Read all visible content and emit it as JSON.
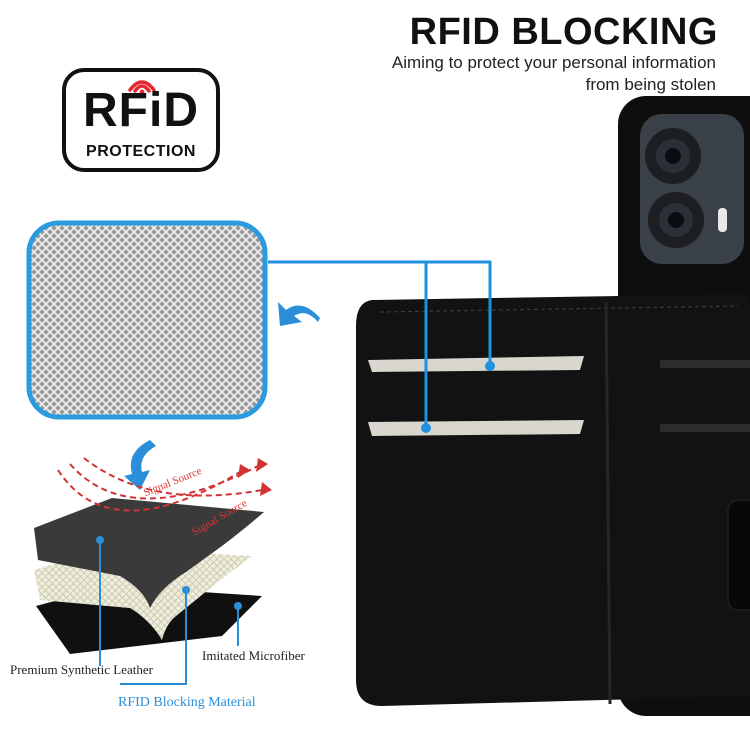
{
  "header": {
    "title": "RFID BLOCKING",
    "subtitle_line1": "Aiming to protect your personal information",
    "subtitle_line2": "from being stolen"
  },
  "badge": {
    "main_text": "RFiD",
    "sub_text": "PROTECTION",
    "icon": "signal-wave-icon",
    "accent_color": "#e8262d"
  },
  "diagram": {
    "signal_label_1": "Signal Source",
    "signal_label_2": "Signal Source",
    "labels": {
      "leather": "Premium Synthetic Leather",
      "microfiber": "Imitated Microfiber",
      "rfid_material": "RFID Blocking Material"
    },
    "accent_color": "#2a8fd8",
    "signal_color": "#d33333"
  }
}
